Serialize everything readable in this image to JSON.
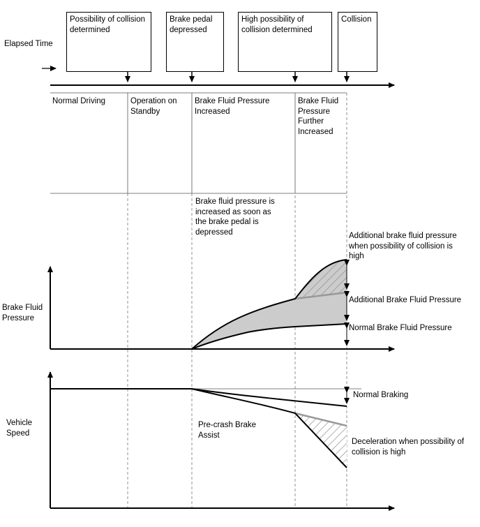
{
  "timeline": {
    "axis_label": "Elapsed Time",
    "events": [
      "Possibility of collision\ndetermined",
      "Brake pedal\ndepressed",
      "High possibility of\ncollision determined",
      "Collision"
    ]
  },
  "phases": [
    "Normal Driving",
    "Operation on\nStandby",
    "Brake Fluid Pressure\nIncreased",
    "Brake Fluid\nPressure\nFurther\nIncreased"
  ],
  "brake_chart": {
    "ylabel": "Brake Fluid\nPressure",
    "note": "Brake fluid pressure is\nincreased as soon as\nthe brake pedal is\ndepressed",
    "labels": {
      "additional_high": "Additional brake fluid pressure\nwhen possibility of collision is\nhigh",
      "additional": "Additional Brake Fluid Pressure",
      "normal": "Normal Brake Fluid Pressure"
    }
  },
  "speed_chart": {
    "ylabel": "Vehicle\nSpeed",
    "labels": {
      "normal_braking": "Normal Braking",
      "pre_crash": "Pre-crash Brake\nAssist",
      "deceleration": "Deceleration when possibility of\ncollision is high"
    }
  },
  "colors": {
    "fill": "#cccccc",
    "hatch": "#888888",
    "line": "#000000",
    "gray_line": "#999999"
  }
}
